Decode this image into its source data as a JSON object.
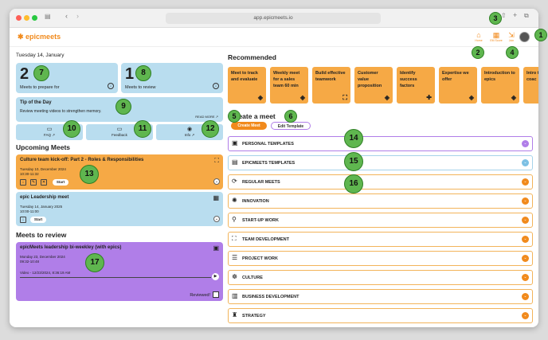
{
  "browser": {
    "url": "app.epicmeets.io"
  },
  "app": {
    "logo": "epicmeets"
  },
  "nav": [
    {
      "label": "Home",
      "icon": "home-icon"
    },
    {
      "label": "EM Score",
      "icon": "chart-icon"
    },
    {
      "label": "Join",
      "icon": "join-icon"
    }
  ],
  "colors": {
    "accent": "#f18a1c",
    "light_blue": "#b9ddef",
    "orange_card": "#f6a945",
    "purple": "#b07ee8"
  },
  "date": "Tuesday 14, January",
  "stats": {
    "prepare": {
      "value": "2",
      "label": "Meets to prepare for"
    },
    "review": {
      "value": "1",
      "label": "Meets to review"
    }
  },
  "tip": {
    "title": "Tip of the Day",
    "desc": "Review meeting videos to strengthen memory.",
    "more": "READ MORE"
  },
  "quick": [
    {
      "label": "FAQ",
      "icon": "faq-icon"
    },
    {
      "label": "Feedback",
      "icon": "feedback-icon"
    },
    {
      "label": "Info",
      "icon": "info-icon"
    }
  ],
  "upcoming": {
    "title": "Upcoming Meets",
    "items": [
      {
        "title": "Culture team kick-off: Part 2 - Roles & Responsibilities",
        "date": "Tuesday 10, December 2024",
        "time": "10:30-11:32",
        "start": "Start"
      },
      {
        "title": "epic Leadership meet",
        "date": "Tuesday 14, January 2025",
        "time": "10:00-11:00",
        "start": "Start"
      }
    ]
  },
  "review": {
    "title": "Meets to review",
    "item": {
      "title": "epicMeets leadership bi-weekley (with epics)",
      "date": "Monday 23, December 2024",
      "time": "09:32-10:48",
      "video": "Video - 12/23/2024, 8:36:19 AM",
      "reviewed": "Reviewed!"
    }
  },
  "recommended": {
    "title": "Recommended",
    "cards": [
      "Meet to track and evaluate",
      "Weekly meet for a sales team 60 min",
      "Build effective teamwork",
      "Customer value proposition",
      "Identify success factors",
      "Expertise we offer",
      "Introduction to epics",
      "Intro to view coac"
    ]
  },
  "create": {
    "title": "Create a meet",
    "create_btn": "Create Meet",
    "edit_btn": "Edit Template"
  },
  "templates": [
    "PERSONAL TEMPLATES",
    "EPICMEETS TEMPLATES",
    "REGULAR MEETS",
    "INNOVATION",
    "START-UP WORK",
    "TEAM DEVELOPMENT",
    "PROJECT WORK",
    "CULTURE",
    "BUSINESS DEVELOPMENT",
    "STRATEGY"
  ],
  "badges": [
    "1",
    "2",
    "3",
    "4",
    "5",
    "6",
    "7",
    "8",
    "9",
    "10",
    "11",
    "12",
    "13",
    "14",
    "15",
    "16",
    "17"
  ]
}
